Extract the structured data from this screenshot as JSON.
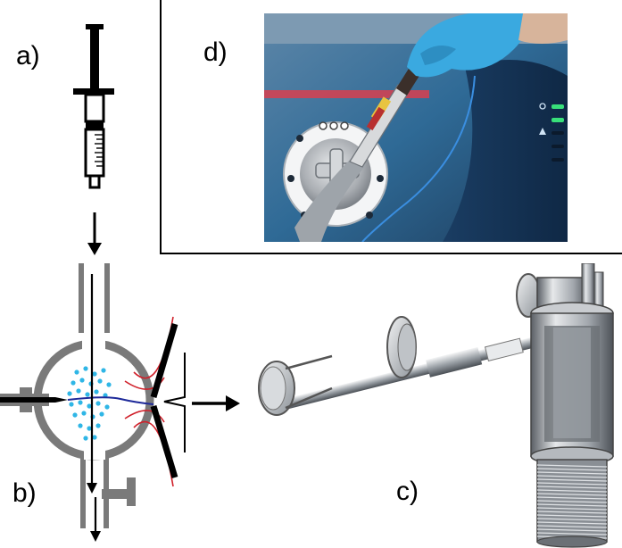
{
  "labels": {
    "a": "a)",
    "b": "b)",
    "c": "c)",
    "d": "d)"
  },
  "colors": {
    "ink": "#000000",
    "source_gray": "#7a7a7a",
    "spray_dots": "#2fb6e6",
    "field_line_red": "#d0202a",
    "ion_path_blue": "#1e2a9a",
    "instrument_blue": "#2f6a96",
    "glove_blue": "#3aa9e0",
    "metal": "#b8bcc0",
    "led_green": "#38e07a"
  },
  "icons": {
    "syringe": "syringe-icon",
    "power": "power-icon",
    "warning": "warning-icon"
  }
}
